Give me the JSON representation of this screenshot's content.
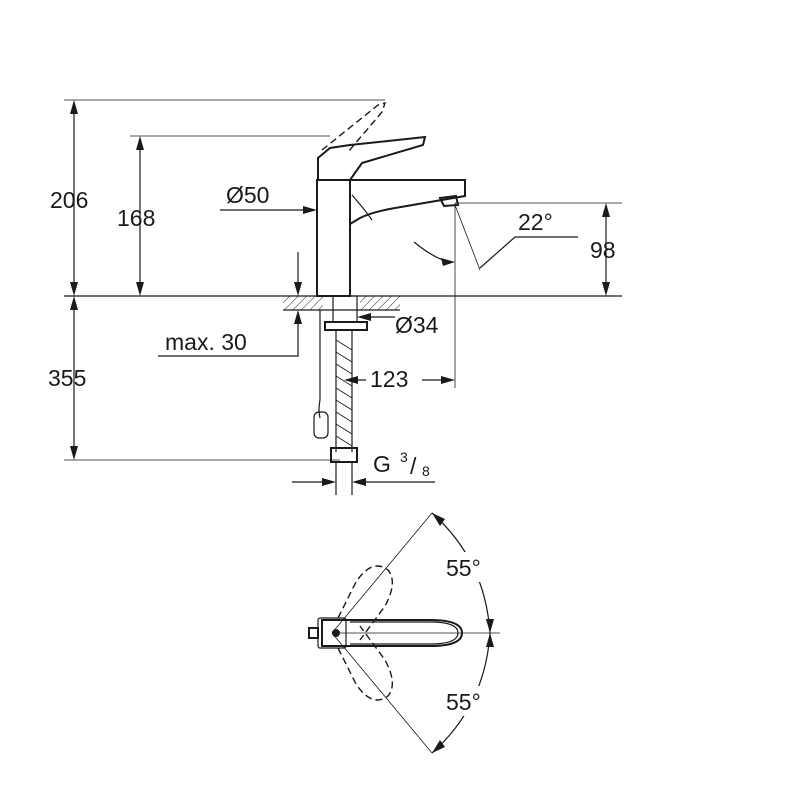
{
  "dimensions": {
    "total_height": "206",
    "lever_height": "168",
    "spout_diameter": "Ø50",
    "spout_angle": "22°",
    "spout_height": "98",
    "shank_diameter": "Ø34",
    "max_thickness": "max. 30",
    "below_counter": "355",
    "spout_reach": "123",
    "connection_g": "G",
    "connection_num": "3",
    "connection_den": "8",
    "rotation_top": "55°",
    "rotation_bottom": "55°"
  },
  "colors": {
    "line": "#1a1a1a",
    "background": "#ffffff"
  }
}
